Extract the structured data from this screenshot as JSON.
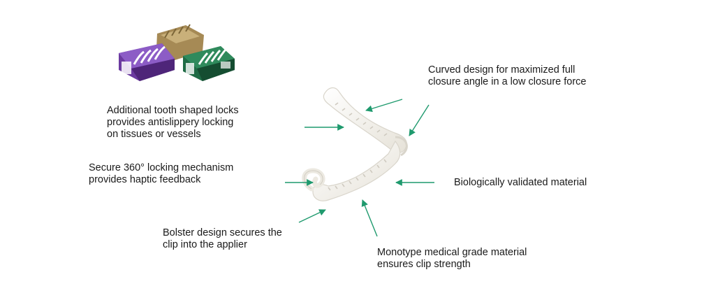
{
  "labels": {
    "tooth_locks": "Additional tooth shaped locks\nprovides antislippery locking\non tissues or vessels",
    "secure_locking": "Secure 360° locking mechanism\nprovides haptic feedback",
    "bolster": "Bolster design secures the\nclip into the applier",
    "curved_design": "Curved design for maximized full\nclosure angle in a low closure force",
    "bio_material": "Biologically validated material",
    "monotype": "Monotype medical grade material\nensures clip strength"
  },
  "colors": {
    "arrow": "#1f9a6e",
    "clip_body": "#f4f2ec",
    "clip_edge": "#d9d5cb",
    "cartridge_purple": "#6b3aa0",
    "cartridge_green": "#1f6b45",
    "cartridge_gold": "#a68a55",
    "text": "#1a1a1a"
  },
  "icons": {
    "product_image": "clip-cartridges-icon",
    "clip": "polymer-ligating-clip-icon"
  }
}
